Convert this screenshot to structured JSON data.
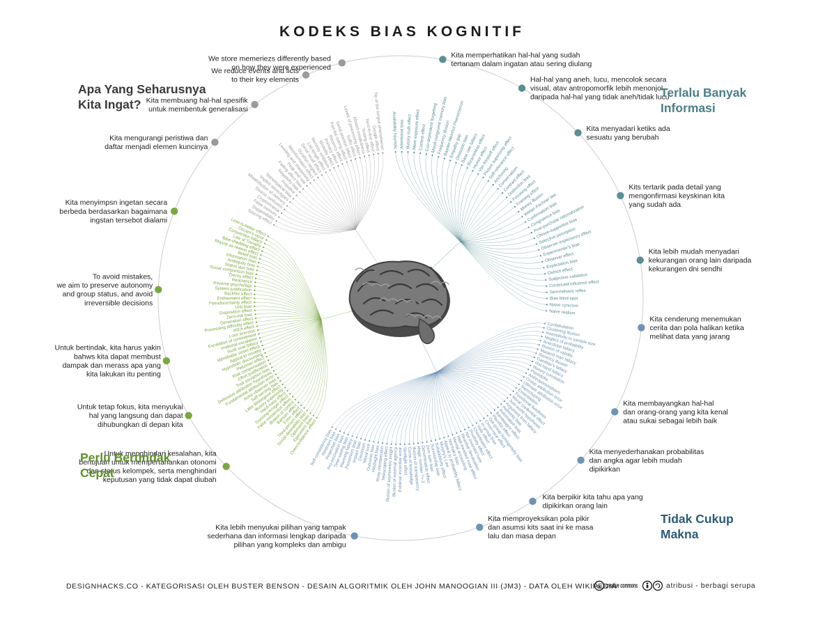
{
  "title": "KODEKS BIAS KOGNITIF",
  "colors": {
    "memory": "#9a9a9a",
    "info": "#5a8f94",
    "meaning": "#6e93b5",
    "action": "#7aa83f",
    "ring": "#cccccc",
    "brain": "#6a6a6a"
  },
  "quadrants": {
    "memory": {
      "lines": [
        "Apa Yang Seharusnya",
        "Kita Ingat?"
      ],
      "color": "#3a3a3a"
    },
    "info": {
      "lines": [
        "Terlalu Banyak",
        "Informasi"
      ],
      "color": "#4a7f86"
    },
    "meaning": {
      "lines": [
        "Tidak Cukup",
        "Makna"
      ],
      "color": "#2d5a78"
    },
    "action": {
      "lines": [
        "Perlu Bertindak",
        "Cepat"
      ],
      "color": "#5f8f2a"
    }
  },
  "categories": [
    {
      "id": "store-memories",
      "group": "memory",
      "lines": [
        "We store memeriezs differently based",
        "on how they were experienced"
      ]
    },
    {
      "id": "reduce-events",
      "group": "memory",
      "lines": [
        "We reduce events and licts",
        "to their key elements"
      ]
    },
    {
      "id": "discard-specifics",
      "group": "memory",
      "lines": [
        "Kita membuang hal-hal spesifik",
        "untuk membentuk generalisasi"
      ]
    },
    {
      "id": "reduce-events-id",
      "group": "memory",
      "lines": [
        "Kita mengurangi peristiwa dan",
        "daftar menjadi elemen kuncinya"
      ]
    },
    {
      "id": "store-memories-id",
      "group": "action",
      "lines": [
        "Kita menyimpsn ingetan secara",
        "berbeda berdasarkan bagaimana",
        "ingstan tersebot dialami"
      ]
    },
    {
      "id": "avoid-mistakes",
      "group": "action",
      "lines": [
        "To avoid mistakes,",
        "we aim to preserve autonomy",
        "and group status, and avoid",
        "irreversible decisions"
      ]
    },
    {
      "id": "must-act",
      "group": "action",
      "lines": [
        "Untuk bertindak, kita harus yakin",
        "bahws kita dapat membust",
        "dampak dan merass apa yang",
        "kita lakukan itu penting"
      ]
    },
    {
      "id": "stay-focused",
      "group": "action",
      "lines": [
        "Untuk tetap fokus, kita menyukai",
        "hal yang langsung dan dapat",
        "dihubungkan di depan kita"
      ]
    },
    {
      "id": "avoid-mistakes-id",
      "group": "action",
      "lines": [
        "Untuk menghindari kesalahan, kita",
        "bertujuan untuk mempertahankan otonomi",
        "dan status kelompek, serta menghindari",
        "keputusan yang tidak dapat diubah"
      ]
    },
    {
      "id": "simple-options",
      "group": "meaning",
      "lines": [
        "Kita lebih menyukai pilihan yang tampak",
        "sederhana dan informasi lengkap daripada",
        "pilihan yang kompleks dan ambigu"
      ]
    },
    {
      "id": "project-mindset",
      "group": "meaning",
      "lines": [
        "Kita memproyeksikan pola pikir",
        "dan asumsi kits saat ini ke masa",
        "lalu dan masa depan"
      ]
    },
    {
      "id": "know-others",
      "group": "meaning",
      "lines": [
        "Kita berpikir kita tahu apa yang",
        "dipikirkan orang lain"
      ]
    },
    {
      "id": "simplify-probabilities",
      "group": "meaning",
      "lines": [
        "Kita menyederhanakan probabilitas",
        "dan angka agar lebih mudah",
        "dipikirkan"
      ]
    },
    {
      "id": "imagine-familiar",
      "group": "meaning",
      "lines": [
        "Kita membayangkan hal-hal",
        "dan orang-orang yang kita kenal",
        "atau sukai sebagai lebih baik"
      ]
    },
    {
      "id": "find-stories",
      "group": "meaning",
      "lines": [
        "Kita cenderung menemukan",
        "cerita dan pola halikan ketika",
        "melihat data yang jarang"
      ]
    },
    {
      "id": "notice-flaws",
      "group": "info",
      "lines": [
        "Kita lebih mudah menyadari",
        "kekurangan orang lain daripada",
        "kekurangen dni sendhi"
      ]
    },
    {
      "id": "confirm-beliefs",
      "group": "info",
      "lines": [
        "Kits tertarik pada detail yang",
        "mengonfirmasi keyskinan kita",
        "yang sudah ada"
      ]
    },
    {
      "id": "notice-changes",
      "group": "info",
      "lines": [
        "Kita menyadari ketiks ada",
        "sesuatu yang berubah"
      ]
    },
    {
      "id": "bizarre-things",
      "group": "info",
      "lines": [
        "Hal-hal yang aneh, lucu, mencolok secara",
        "visual, atav antropomorfik lebih menonjol",
        "daripada hal-hal yang tidak aneh/tidak lucu"
      ]
    },
    {
      "id": "notice-primed",
      "group": "info",
      "lines": [
        "Kita memperhatikan hal-hal yang sudah",
        "tertanam dalam ingatan atau sering diulang"
      ]
    }
  ],
  "leaves": {
    "memory": [
      "Spacing effect",
      "Suggestibility",
      "False memory",
      "Cryptomnesia",
      "Source confusion",
      "Misattribution of memory",
      "Implicit stereotypes",
      "Stereotypical bias",
      "Prejudice",
      "Negativity bias",
      "Fading affect bias",
      "Peak-end rule",
      "Leveling and sharpening",
      "Misinformation effect",
      "Duration neglect",
      "Serial recall effect",
      "List-length effect",
      "Memory inhibition",
      "Modality effect",
      "Primacy effect",
      "Recency effect",
      "Part-list cueing effect",
      "Serial position effect",
      "Suffix effect",
      "Levels of processing effect",
      "Absent-mindedness",
      "Testing effect",
      "Next-in-line effect",
      "Google effect",
      "Tip of the tongue phenomenon"
    ],
    "info": [
      "Availability heuristic",
      "Attentional bias",
      "Illusory truth effect",
      "Mere exposure effect",
      "Context effect",
      "Cue-dependent forgetting",
      "Mood-congruent memory bias",
      "Frequency illusion",
      "Baader-Meinhof Phenomenon",
      "Empathy gap",
      "Omission bias",
      "Base rate fallacy",
      "Bizarreness effect",
      "Humor effect",
      "Von Restorff effect",
      "Picture superiority effect",
      "Self-relevance effect",
      "Anchoring",
      "Conservatism",
      "Contrast effect",
      "Distinction bias",
      "Focusing effect",
      "Framing effect",
      "Money illusion",
      "Weber-Fechner law",
      "Confirmation bias",
      "Congruence bias",
      "Post-purchase rationalization",
      "Choice-supportive bias",
      "Selective perception",
      "Observer-expectancy effect",
      "Experimenter's bias",
      "Observer effect",
      "Expectation bias",
      "Ostrich effect",
      "Subjective validation",
      "Continued influence effect",
      "Semmelweis reflex",
      "Bias blind spot",
      "Naive cynicism",
      "Naive realism"
    ],
    "meaning": [
      "Confabulation",
      "Clustering illusion",
      "Insensitivity to sample size",
      "Neglect of probability",
      "Anecdotal fallacy",
      "Illusion of validity",
      "Masked man fallacy",
      "Recency illusion",
      "Gambler's fallacy",
      "Hot-hand fallacy",
      "Illusory correlation",
      "Pareidolia",
      "Anthropomorphism",
      "Group attribution error",
      "Ultimate attribution error",
      "Stereotyping",
      "Essentialism",
      "Functional fixedness",
      "Moral credential effect",
      "Just-world hypothesis",
      "Argument from fallacy",
      "Authority bias",
      "Automation bias",
      "Bandwagon effect",
      "Placebo effect",
      "Out-group homogeneity bias",
      "Cross-race effect",
      "In-group bias",
      "Halo effect",
      "Cheerleader effect",
      "Positivity effect",
      "Not invented here",
      "Reactive devaluation",
      "Well-traveled road effect",
      "Mental accounting",
      "Normalcy bias",
      "Appeal to probability fallacy",
      "Murphy's Law",
      "Subadditivity effect",
      "Survivorship bias",
      "Zero sum bias",
      "Denomination effect",
      "Magic number 7+-2",
      "Illusion of transparency",
      "Curse of knowledge",
      "Spotlight effect",
      "Extrinsic incentive error",
      "Illusion of external agency",
      "Illusion of asymmetric insight",
      "Telescoping effect",
      "Rosy retrospection",
      "Hindsight bias",
      "Outcome bias",
      "Moral luck",
      "Declinism",
      "Impact bias",
      "Pessimism bias",
      "Planning fallacy",
      "Time-saving bias",
      "Pro-innovation bias",
      "Projection bias",
      "Restraint bias",
      "Self-consistency bias"
    ],
    "action": [
      "Overconfidence effect",
      "Egocentric bias",
      "Optimism bias",
      "Social desirability bias",
      "Third-person effect",
      "Forer effect",
      "Barnum effect",
      "Illusion of control",
      "False consensus effect",
      "Dunning-Kruger effect",
      "Hard-easy effect",
      "Illusory superiority",
      "Lake Wobegone effect",
      "Self-serving bias",
      "Actor-observer bias",
      "Fundamental attribution error",
      "Defensive attribution hypothesis",
      "Trait ascription bias",
      "Effort justification",
      "Risk compensation",
      "Peltzman effect",
      "Hyperbolic discounting",
      "Appeal to novelty",
      "Identifiable victim effect",
      "Sunk cost fallacy",
      "Irrational escalation",
      "Escalation of commitment",
      "Loss aversion",
      "IKEA effect",
      "Processing difficulty effect",
      "Generation effect",
      "Zero-risk bias",
      "Disposition effect",
      "Unit bias",
      "Pseudocertainty effect",
      "Endowment effect",
      "Backfire effect",
      "System justification",
      "Reverse psychology",
      "Reactance",
      "Decoy effect",
      "Social comparison bias",
      "Status quo bias",
      "Ambiguity bias",
      "Information bias",
      "Belief bias",
      "Rhyme as reason effect",
      "Bike-shedding effect",
      "Law of Triviality",
      "Conjunction fallacy",
      "Occam's razor",
      "Less-is-better effect"
    ]
  },
  "footer": {
    "credits": "DESIGNHACKS.CO - KATEGORISASI OLEH BUSTER BENSON - DESAIN ALGORITMIK OLEH JOHN MANOOGIAN III (JM3) - DATA OLEH WIKIPEDIA",
    "cc_logo": "creative commons",
    "cc_icons": "cc-by-sa-icon",
    "license": "atribusi - berbagi serupa"
  }
}
